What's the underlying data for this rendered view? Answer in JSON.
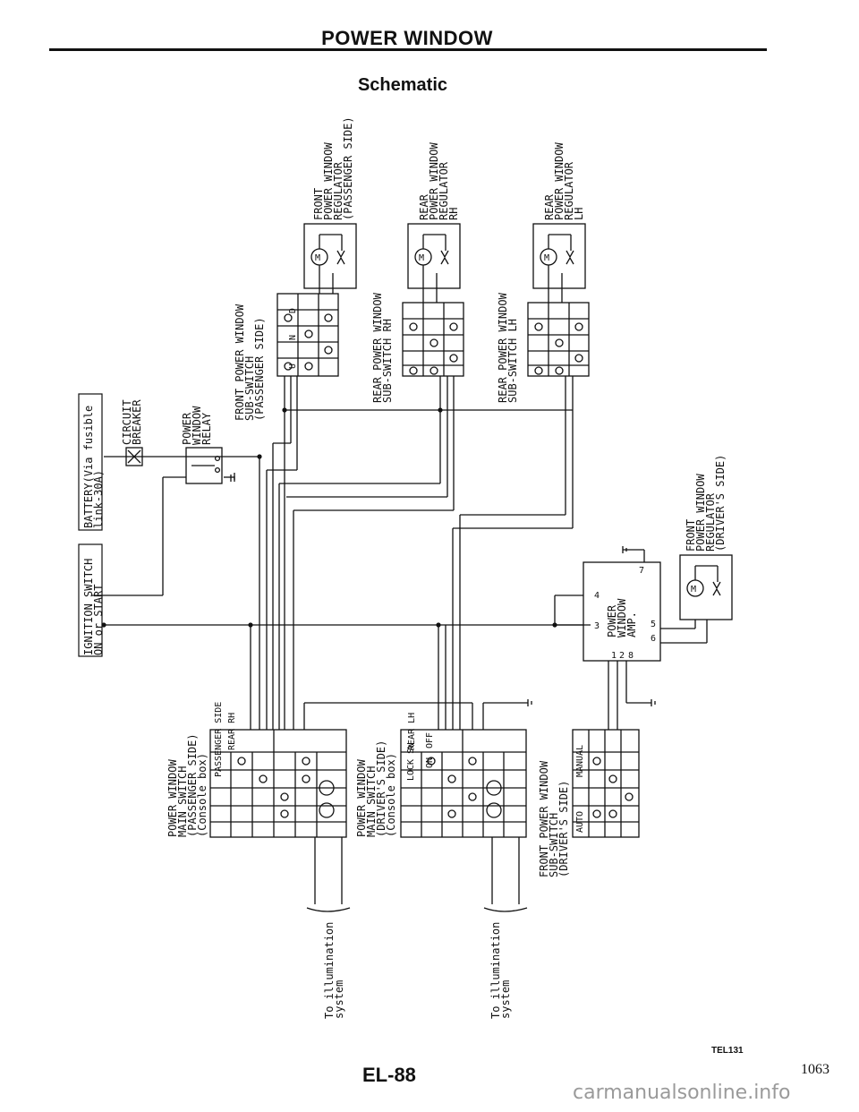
{
  "page": {
    "title": "POWER WINDOW",
    "subtitle": "Schematic",
    "figure_code": "TEL131",
    "page_id": "EL-88",
    "page_number": "1063",
    "watermark": "carmanualsonline.info"
  },
  "components": {
    "ignition_switch": [
      "IGNITION SWITCH",
      "ON or START"
    ],
    "battery": [
      "BATTERY(Via fusible",
      "link-30A)"
    ],
    "circuit_breaker": [
      "CIRCUIT",
      "BREAKER"
    ],
    "relay": [
      "POWER",
      "WINDOW",
      "RELAY"
    ],
    "front_sub_passenger": [
      "FRONT POWER WINDOW",
      "SUB-SWITCH",
      "(PASSENGER SIDE)"
    ],
    "rear_sub_rh": [
      "REAR POWER WINDOW",
      "SUB-SWITCH RH"
    ],
    "rear_sub_lh": [
      "REAR POWER WINDOW",
      "SUB-SWITCH LH"
    ],
    "reg_front_passenger": [
      "FRONT",
      "POWER WINDOW",
      "REGULATOR",
      "(PASSENGER SIDE)"
    ],
    "reg_rear_rh": [
      "REAR",
      "POWER WINDOW",
      "REGULATOR",
      "RH"
    ],
    "reg_rear_lh": [
      "REAR",
      "POWER WINDOW",
      "REGULATOR",
      "LH"
    ],
    "reg_front_driver": [
      "FRONT",
      "POWER WINDOW",
      "REGULATOR",
      "(DRIVER'S SIDE)"
    ],
    "amp": [
      "POWER",
      "WINDOW",
      "AMP."
    ],
    "main_passenger": [
      "POWER WINDOW",
      "MAIN SWITCH",
      "(PASSENGER SIDE)",
      "(Console box)"
    ],
    "main_driver": [
      "POWER WINDOW",
      "MAIN SWITCH",
      "(DRIVER'S SIDE)",
      "(Console box)"
    ],
    "front_sub_driver": [
      "FRONT POWER WINDOW",
      "SUB-SWITCH",
      "(DRIVER'S SIDE)"
    ],
    "illumination": [
      "To illumination",
      "system"
    ]
  },
  "switch_labels": {
    "passenger_side": "PASSENGER SIDE",
    "rear_rh": "REAR RH",
    "rear_lh": "REAR LH",
    "lock_sw": "LOCK SW",
    "on": "ON",
    "off": "OFF",
    "auto": "AUTO",
    "manual": "MANUAL",
    "u": "U",
    "n": "N",
    "d": "D",
    "motor": "M"
  },
  "amp_terminals": [
    "1",
    "2",
    "3",
    "4",
    "5",
    "6",
    "7",
    "8"
  ]
}
